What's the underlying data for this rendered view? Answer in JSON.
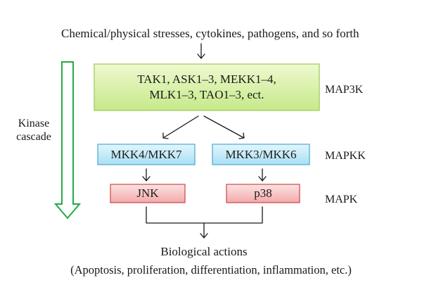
{
  "top_text": "Chemical/physical stresses, cytokines, pathogens, and so forth",
  "map3k_box": {
    "line1": "TAK1, ASK1–3, MEKK1–4,",
    "line2": "MLK1–3, TAO1–3, ect."
  },
  "mapkk_left": "MKK4/MKK7",
  "mapkk_right": "MKK3/MKK6",
  "mapk_left": "JNK",
  "mapk_right": "p38",
  "level_labels": {
    "map3k": "MAP3K",
    "mapkk": "MAPKK",
    "mapk": "MAPK"
  },
  "side_label": {
    "line1": "Kinase",
    "line2": "cascade"
  },
  "bottom_title": "Biological actions",
  "bottom_detail": "(Apoptosis, proliferation, differentiation, inflammation, etc.)",
  "colors": {
    "map3k_fill_top": "#eef9cf",
    "map3k_fill_bottom": "#c6e98a",
    "map3k_border": "#9ac95a",
    "mapkk_fill_top": "#e3f6fd",
    "mapkk_fill_bottom": "#a9dff4",
    "mapkk_border": "#4aa8cf",
    "mapk_fill_top": "#fde3e3",
    "mapk_fill_bottom": "#f3a9a9",
    "mapk_border": "#c94848",
    "cascade_arrow": "#22aa44"
  }
}
